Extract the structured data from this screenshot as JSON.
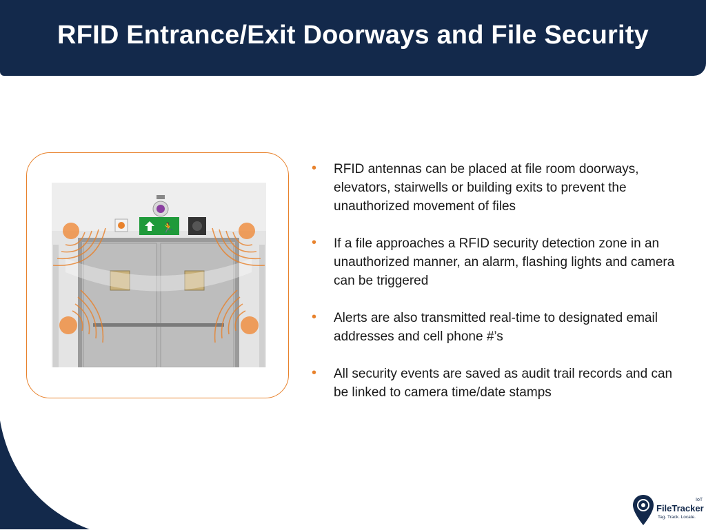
{
  "slide": {
    "title": "RFID Entrance/Exit Doorways and File Security"
  },
  "bullets": [
    {
      "text": "RFID antennas can be placed at file room doorways, elevators, stairwells or building exits to prevent the unauthorized movement of files"
    },
    {
      "text": "If a file approaches a RFID security detection zone in an unauthorized manner, an alarm, flashing lights and camera can be triggered"
    },
    {
      "text": "Alerts are also transmitted real-time to designated email addresses and cell phone #’s"
    },
    {
      "text": "All security events are saved as audit trail records and can be linked to camera time/date stamps"
    }
  ],
  "bullet_symbol": "•",
  "logo": {
    "name": "FileTracker",
    "superscript": "IoT",
    "tagline": "Tag. Track. Locate."
  },
  "colors": {
    "header_bg": "#13294b",
    "accent": "#e8822c",
    "exit_sign": "#1f9a3a"
  },
  "icons": [
    "location-pin-icon",
    "camera-icon",
    "exit-sign-icon",
    "alarm-light-icon",
    "rfid-antenna-icon"
  ]
}
